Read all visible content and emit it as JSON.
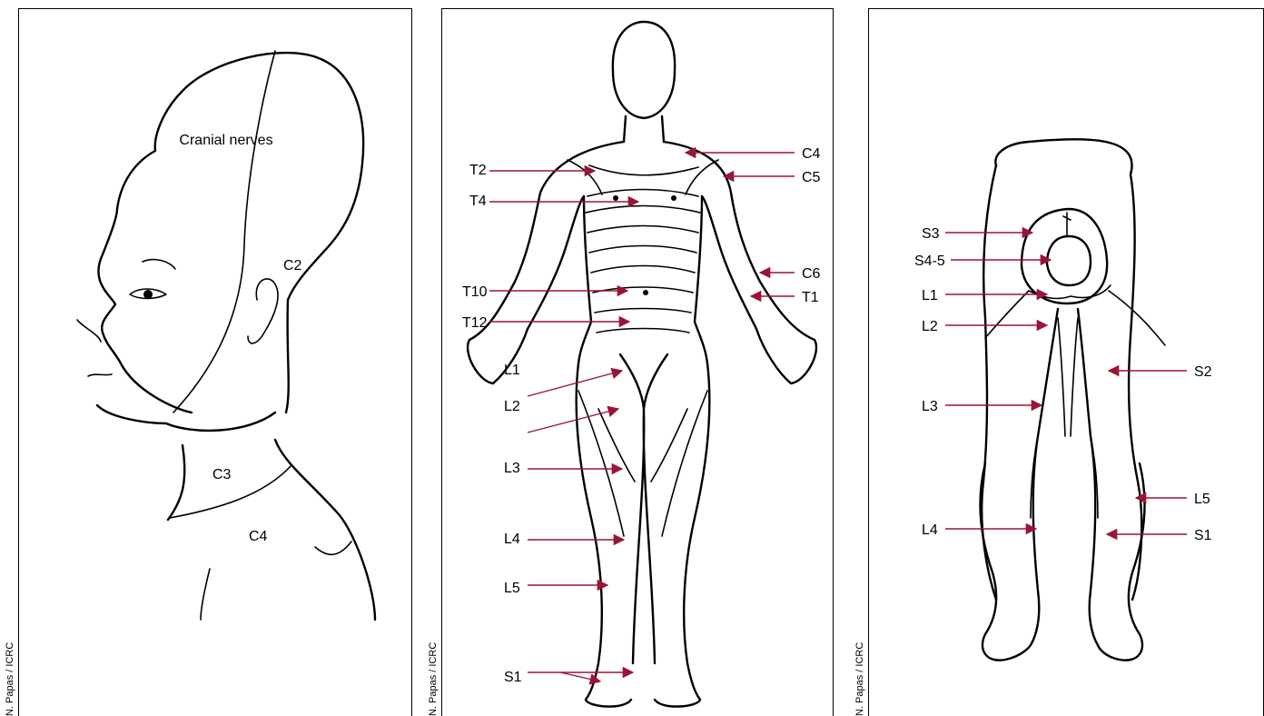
{
  "credit": "N. Papas / ICRC",
  "colors": {
    "arrow": "#9b1438",
    "outline": "#000000",
    "background": "#ffffff"
  },
  "head_panel": {
    "title": "Cranial nerves",
    "labels": {
      "c2": "C2",
      "c3": "C3",
      "c4": "C4"
    }
  },
  "front_panel": {
    "labels": {
      "c4": "C4",
      "c5": "C5",
      "c6": "C6",
      "t1": "T1",
      "t2": "T2",
      "t4": "T4",
      "t10": "T10",
      "t12": "T12",
      "l1": "L1",
      "l2": "L2",
      "l3": "L3",
      "l4": "L4",
      "l5": "L5",
      "s1": "S1"
    }
  },
  "back_panel": {
    "labels": {
      "s3": "S3",
      "s4_5": "S4-5",
      "l1": "L1",
      "l2": "L2",
      "l3": "L3",
      "l4": "L4",
      "s2": "S2",
      "l5": "L5",
      "s1": "S1"
    }
  }
}
